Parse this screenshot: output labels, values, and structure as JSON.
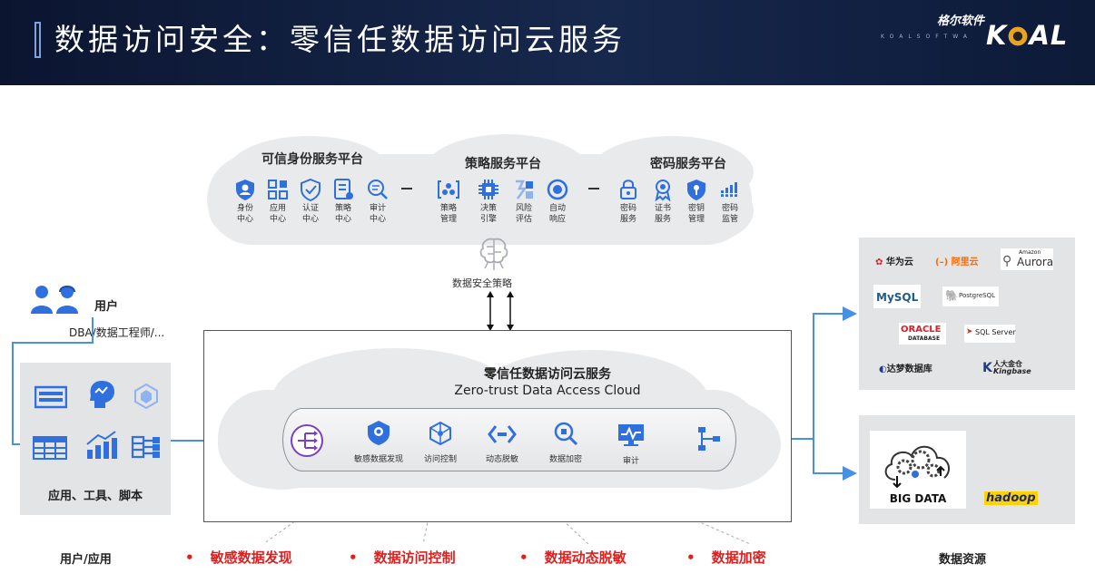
{
  "header": {
    "title": "数据访问安全：零信任数据访问云服务",
    "logo_cn": "格尔软件",
    "logo_small": "KOALSOFTWA",
    "logo_text": "KOAL"
  },
  "platforms": [
    {
      "title": "可信身份服务平台",
      "items": [
        {
          "label": "身份\n中心",
          "icon": "identity-icon"
        },
        {
          "label": "应用\n中心",
          "icon": "apps-icon"
        },
        {
          "label": "认证\n中心",
          "icon": "shield-check-icon"
        },
        {
          "label": "策略\n中心",
          "icon": "policy-doc-icon"
        },
        {
          "label": "审计\n中心",
          "icon": "audit-search-icon"
        }
      ]
    },
    {
      "title": "策略服务平台",
      "items": [
        {
          "label": "策略\n管理",
          "icon": "policy-manage-icon"
        },
        {
          "label": "决策\n引擎",
          "icon": "chip-icon"
        },
        {
          "label": "风险\n评估",
          "icon": "risk-icon"
        },
        {
          "label": "自动\n响应",
          "icon": "auto-response-icon"
        }
      ]
    },
    {
      "title": "密码服务平台",
      "items": [
        {
          "label": "密码\n服务",
          "icon": "lock-icon"
        },
        {
          "label": "证书\n服务",
          "icon": "certificate-icon"
        },
        {
          "label": "密钥\n管理",
          "icon": "key-shield-icon"
        },
        {
          "label": "密码\n监管",
          "icon": "monitor-bars-icon"
        }
      ]
    }
  ],
  "policy_label": "数据安全策略",
  "users": {
    "title": "用户",
    "subtitle": "DBA/数据工程师/..."
  },
  "apps": {
    "label": "应用、工具、脚本"
  },
  "service": {
    "title_cn": "零信任数据访问云服务",
    "title_en": "Zero-trust Data Access Cloud",
    "modules": [
      {
        "label": "",
        "icon": "gateway-icon"
      },
      {
        "label": "敏感数据发现",
        "icon": "discovery-icon"
      },
      {
        "label": "访问控制",
        "icon": "access-control-icon"
      },
      {
        "label": "动态脱敏",
        "icon": "masking-icon"
      },
      {
        "label": "数据加密",
        "icon": "encrypt-search-icon"
      },
      {
        "label": "审计",
        "icon": "audit-monitor-icon"
      },
      {
        "label": "",
        "icon": "network-icon"
      }
    ]
  },
  "data_sources": {
    "vendors": [
      "华为云",
      "阿里云",
      "Amazon",
      "Aurora",
      "MySQL",
      "PostgreSQL",
      "ORACLE",
      "DATABASE",
      "SQL Server",
      "达梦数据库",
      "人大金仓",
      "Kingbase"
    ],
    "big_data": "BIG DATA",
    "hadoop": "hadoop"
  },
  "bottom": {
    "left_label": "用户/应用",
    "right_label": "数据资源",
    "features": [
      "敏感数据发现",
      "数据访问控制",
      "数据动态脱敏",
      "数据加密"
    ],
    "bullet": "•"
  },
  "colors": {
    "accent_blue": "#4a90e2",
    "feature_red": "#e01e1e",
    "header_bg": "#13234a"
  }
}
